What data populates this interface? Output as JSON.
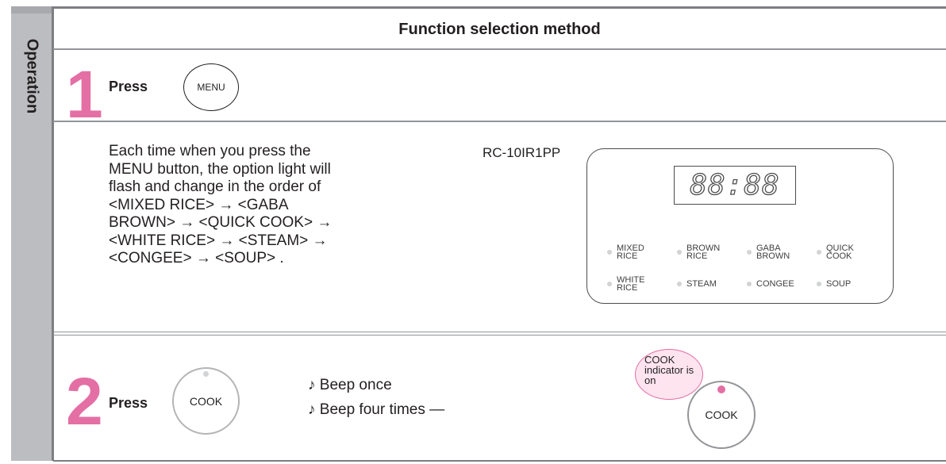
{
  "sidebar": {
    "label": "Operation"
  },
  "header": {
    "title": "Function selection method"
  },
  "step1": {
    "number": "1",
    "press_label": "Press",
    "button_label": "MENU",
    "description": "Each time when you press the\nMENU button, the option light will\nflash and change in the order of\n<MIXED RICE>   → <GABA\nBROWN> → <QUICK COOK> →\n<WHITE RICE> → <STEAM> →\n<CONGEE> → <SOUP> ."
  },
  "panel": {
    "model": "RC-10IR1PP",
    "display": "88:88",
    "options": [
      {
        "line1": "MIXED",
        "line2": "RICE"
      },
      {
        "line1": "BROWN",
        "line2": "RICE"
      },
      {
        "line1": "GABA",
        "line2": "BROWN"
      },
      {
        "line1": "QUICK",
        "line2": "COOK"
      },
      {
        "line1": "WHITE",
        "line2": "RICE"
      },
      {
        "line1": "STEAM",
        "line2": ""
      },
      {
        "line1": "CONGEE",
        "line2": ""
      },
      {
        "line1": "SOUP",
        "line2": ""
      }
    ]
  },
  "step2": {
    "number": "2",
    "press_label": "Press",
    "button_label": "COOK",
    "beep_once": "♪ Beep once",
    "beep_four": "♪ Beep four times ―",
    "indicator_text": "COOK indicator is on",
    "indicator_button_label": "COOK"
  },
  "colors": {
    "accent_pink": "#e46fa4",
    "sidebar_gray": "#bcbdc0",
    "rule_gray": "#939598"
  }
}
